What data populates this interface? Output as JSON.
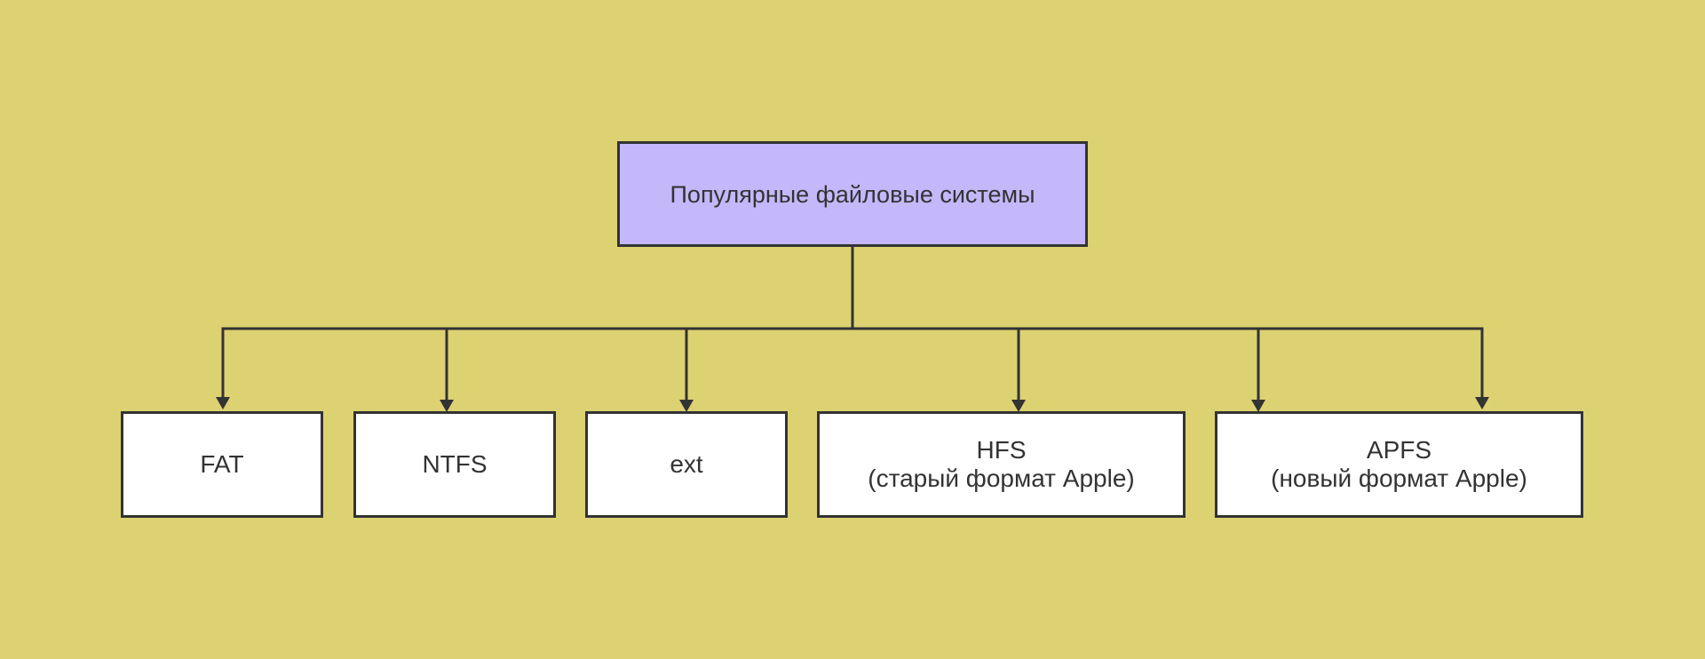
{
  "colors": {
    "background": "#dcd272",
    "root_fill": "#c4b8fb",
    "child_fill": "#ffffff",
    "line": "#333333",
    "text": "#333333"
  },
  "root": {
    "label": "Популярные файловые системы"
  },
  "children": [
    {
      "label": "FAT"
    },
    {
      "label": "NTFS"
    },
    {
      "label": "ext"
    },
    {
      "label": "HFS",
      "sublabel": "(старый формат Apple)"
    },
    {
      "label": "APFS",
      "sublabel": "(новый формат Apple)"
    }
  ]
}
